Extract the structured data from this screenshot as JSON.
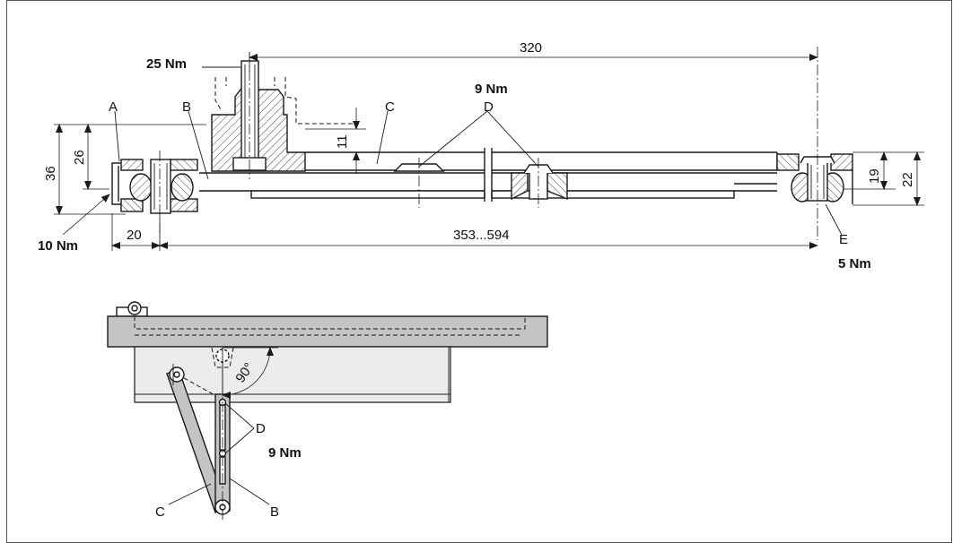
{
  "parts": {
    "A": "A",
    "B": "B",
    "C": "C",
    "D": "D",
    "E": "E"
  },
  "torques": {
    "top_screw": "25 Nm",
    "arm_screws": "9 Nm",
    "pivot_left": "10 Nm",
    "pivot_right": "5 Nm",
    "plan_arm_screws": "9 Nm"
  },
  "dimensions": {
    "overall_top": "320",
    "height_outer": "36",
    "height_inner": "26",
    "height_step": "11",
    "right_height_inner": "19",
    "right_height_outer": "22",
    "offset_left": "20",
    "arm_length": "353...594",
    "angle": "90°"
  }
}
